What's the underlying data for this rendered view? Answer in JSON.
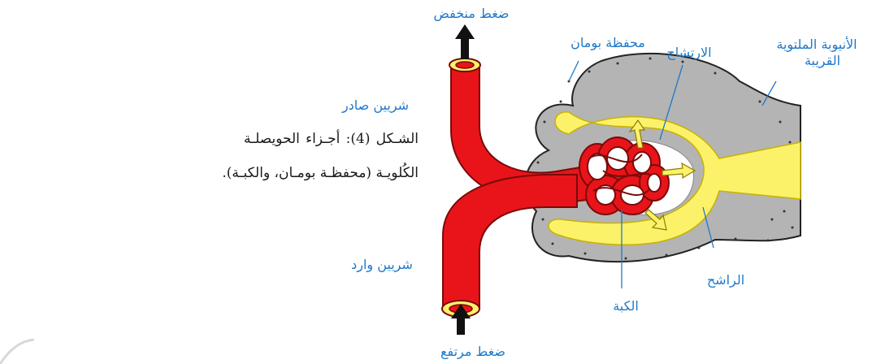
{
  "caption": {
    "line1": "الشـكل (4): أجـزاء الحويصلـة",
    "line2": "الكُلويـة (محفظـة بومـان، والكبـة)."
  },
  "labels": {
    "low_pressure": "ضغط منخفض",
    "high_pressure": "ضغط مرتفع",
    "efferent_artery": "شريين صادر",
    "afferent_artery": "شريين وارد",
    "bowman_capsule": "محفظة بومان",
    "filtration": "الارتشاح",
    "proximal_tubule_line1": "الأنيوبة الملتوية",
    "proximal_tubule_line2": "القريبة",
    "glomerulus": "الكبة",
    "filtrate": "الراشح"
  },
  "colors": {
    "artery": "#e8141a",
    "artery_dark": "#7a0a0a",
    "capsule": "#b4b4b4",
    "filtrate": "#fbf26a",
    "label": "#1f78c8"
  }
}
